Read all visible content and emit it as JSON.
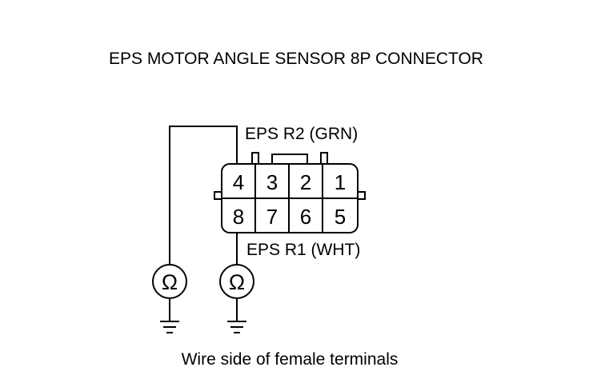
{
  "title": "EPS MOTOR ANGLE SENSOR 8P CONNECTOR",
  "connector": {
    "top_row": [
      "4",
      "3",
      "2",
      "1"
    ],
    "bottom_row": [
      "8",
      "7",
      "6",
      "5"
    ]
  },
  "wires": {
    "r2_label": "EPS R2 (GRN)",
    "r1_label": "EPS R1 (WHT)"
  },
  "meters": [
    {
      "symbol": "Ω",
      "icon": "ohmmeter-icon"
    },
    {
      "symbol": "Ω",
      "icon": "ohmmeter-icon"
    }
  ],
  "caption": "Wire side of female terminals"
}
